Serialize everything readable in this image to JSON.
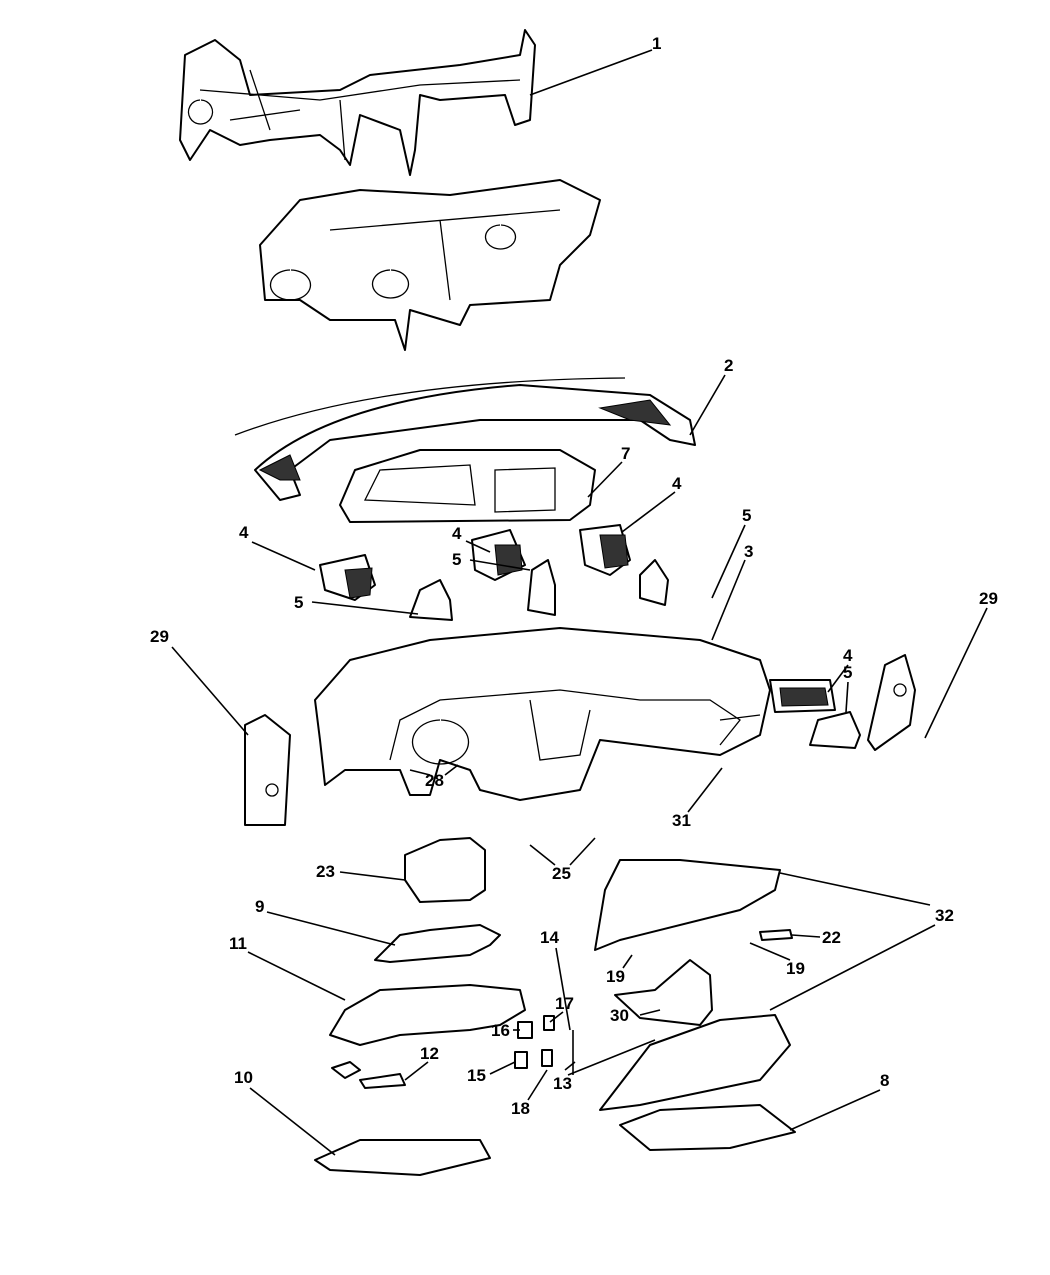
{
  "diagram": {
    "type": "exploded parts diagram",
    "callouts": [
      {
        "label": "1"
      },
      {
        "label": "2"
      },
      {
        "label": "7"
      },
      {
        "label": "4"
      },
      {
        "label": "5"
      },
      {
        "label": "3"
      },
      {
        "label": "4"
      },
      {
        "label": "4"
      },
      {
        "label": "5"
      },
      {
        "label": "5"
      },
      {
        "label": "29"
      },
      {
        "label": "4"
      },
      {
        "label": "5"
      },
      {
        "label": "29"
      },
      {
        "label": "28"
      },
      {
        "label": "31"
      },
      {
        "label": "25"
      },
      {
        "label": "23"
      },
      {
        "label": "32"
      },
      {
        "label": "9"
      },
      {
        "label": "22"
      },
      {
        "label": "14"
      },
      {
        "label": "11"
      },
      {
        "label": "19"
      },
      {
        "label": "19"
      },
      {
        "label": "30"
      },
      {
        "label": "17"
      },
      {
        "label": "16"
      },
      {
        "label": "12"
      },
      {
        "label": "15"
      },
      {
        "label": "13"
      },
      {
        "label": "18"
      },
      {
        "label": "10"
      },
      {
        "label": "8"
      }
    ]
  }
}
